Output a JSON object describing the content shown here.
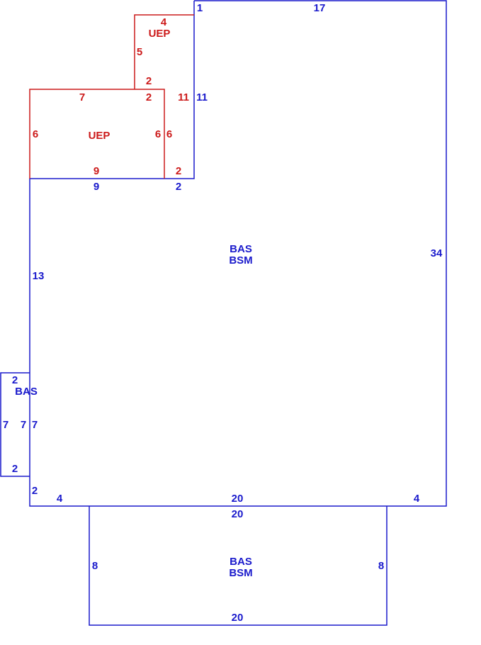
{
  "colors": {
    "structure": "#1a1acc",
    "porch": "#cc1a1a",
    "background": "#ffffff"
  },
  "main_structure": {
    "area_code_line1": "BAS",
    "area_code_line2": "BSM",
    "dimensions": {
      "top": "17",
      "top_left_corner": "1",
      "right": "34",
      "left_upper": "11",
      "left_lower": "13",
      "notch_bottom": "2",
      "notch_width": "9",
      "bottom_left_step": "2",
      "bottom_left": "4",
      "bottom_center": "20",
      "bottom_right": "4"
    }
  },
  "side_bump": {
    "area_code": "BAS",
    "dimensions": {
      "top": "2",
      "left": "7",
      "inner": "7",
      "right": "7",
      "bottom": "2"
    }
  },
  "lower_section": {
    "area_code_line1": "BAS",
    "area_code_line2": "BSM",
    "dimensions": {
      "top": "20",
      "left": "8",
      "right": "8",
      "bottom": "20"
    }
  },
  "porch_upper": {
    "area_code": "UEP",
    "dimensions": {
      "top": "4",
      "left": "5",
      "bottom": "2",
      "right": "11"
    }
  },
  "porch_lower": {
    "area_code": "UEP",
    "dimensions": {
      "top_left": "7",
      "top_right": "2",
      "left": "6",
      "right_inner": "6",
      "right_outer": "6",
      "bottom": "9",
      "bottom_right": "2"
    }
  }
}
